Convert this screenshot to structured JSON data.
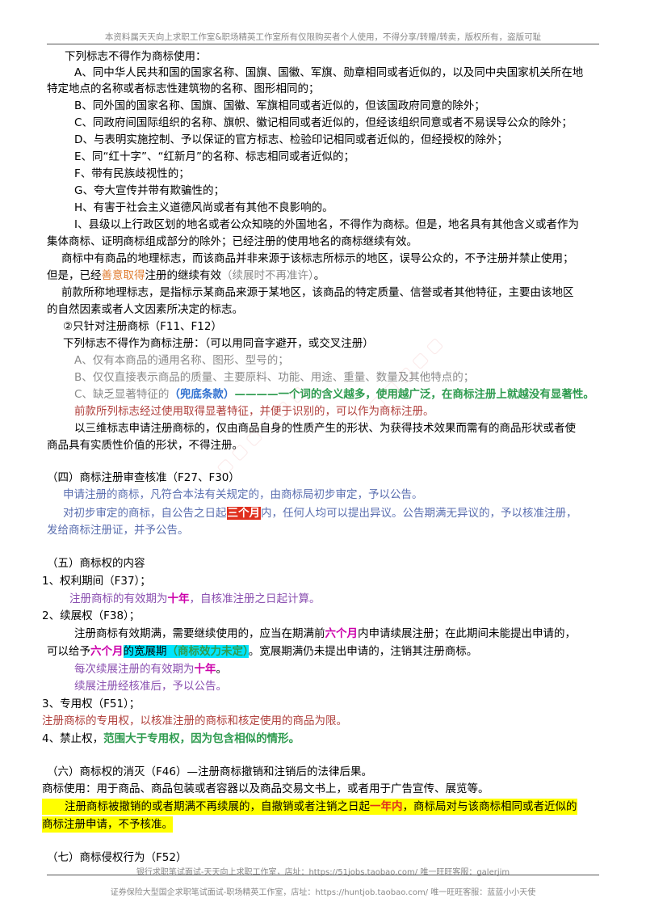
{
  "header": "本资料属天天向上求职工作室&职场精英工作室所有仅限购买者个人使用，不得分享/转赠/转卖，版权所有，盗版可耻",
  "sec_prohibit": {
    "intro": "下列标志不得作为商标使用：",
    "a1": "A、同中华人民共和国的国家名称、国旗、国徽、军旗、勋章相同或者近似的，以及同中央国家机关所在地",
    "a2": "特定地点的名称或者标志性建筑物的名称、图形相同的；",
    "b": "B、同外国的国家名称、国旗、国徽、军旗相同或者近似的，但该国政府同意的除外；",
    "c": "C、同政府间国际组织的名称、旗帜、徽记相同或者近似的，但经该组织同意或者不易误导公众的除外；",
    "d": "D、与表明实施控制、予以保证的官方标志、检验印记相同或者近似的，但经授权的除外；",
    "e": "E、同“红十字”、“红新月”的名称、标志相同或者近似的；",
    "f": "F、带有民族歧视性的；",
    "g": "G、夸大宣传并带有欺骗性的；",
    "h": "H、有害于社会主义道德风尚或者有其他不良影响的。",
    "i1": "I、县级以上行政区划的地名或者公众知晓的外国地名，不得作为商标。但是，地名具有其他含义或者作为",
    "i2": "集体商标、证明商标组成部分的除外；已经注册的使用地名的商标继续有效。",
    "geo1": "商标中有商品的地理标志，而该商品并非来源于该标志所标示的地区，误导公众的，不予注册并禁止使用；",
    "geo2a": "但是，已经",
    "geo2b": "善意取得",
    "geo2c": "注册的继续有效",
    "geo2d": "（续展时不再准许）",
    "geo2e": "。",
    "geodef1": "前款所称地理标志，是指标示某商品来源于某地区，该商品的特定质量、信誉或者其他特征，主要由该地区",
    "geodef2": "的自然因素或者人文因素所决定的标志。"
  },
  "sec_register": {
    "title": "②只针对注册商标（F11、F12）",
    "intro_a": "下列标志不得作为商标注册：",
    "intro_b": "（可以用同音字避开，或交叉注册）",
    "a": "A、仅有本商品的通用名称、图形、型号的；",
    "b": "B、仅仅直接表示商品的质量、主要原料、功能、用途、重量、数量及其他特点的；",
    "c_a": "C、缺乏显著特征的",
    "c_b": "（兜底条款）",
    "c_c": "————一个词的含义越多，使用越广泛，在商标注册上就越没有显著性。",
    "c2": "前款所列标志经过使用取得显著特征，并便于识别的，可以作为商标注册。",
    "shape1": "以三维标志申请注册商标的，仅由商品自身的性质产生的形状、为获得技术效果而需有的商品形状或者使",
    "shape2": "商品具有实质性价值的形状，不得注册。"
  },
  "sec4": {
    "title": "（四）商标注册审查核准（F27、F30）",
    "p1": "申请注册的商标，凡符合本法有关规定的，由商标局初步审定，予以公告。",
    "p2a": "对初步审定的商标，自公告之日起",
    "p2b": "三个月",
    "p2c": "内，任何人均可以提出异议。公告期满无异议的，予以核准注册，",
    "p3": "发给商标注册证，并予公告。"
  },
  "sec5": {
    "title": "（五）商标权的内容",
    "t1": "1、权利期间（F37）；",
    "t1a": "注册商标的有效期为",
    "t1b": "十年",
    "t1c": "，自核准注册之日起计算。",
    "t2": "2、续展权（F38）；",
    "t2a": "注册商标有效期满，需要继续使用的，应当在期满前",
    "t2b": "六个月",
    "t2c": "内申请续展注册；在此期间未能提出申请的，",
    "t2d": "可以给予",
    "t2e": "六个月",
    "t2f": "的宽展期",
    "t2g": "（商标效力未定）",
    "t2h": "。宽展期满仍未提出申请的，注销其注册商标。",
    "t2i": "每次续展注册的有效期为",
    "t2j": "十年",
    "t2k": "。",
    "t2l": "续展注册经核准后，予以公告。",
    "t3": "3、专用权（F51）；",
    "t3a": "注册商标的专用权，以核准注册的商标和核定使用的商品为限。",
    "t4a": "4、禁止权，",
    "t4b": "范围大于专用权，因为包含相似的情形。"
  },
  "sec6": {
    "title": "（六）商标权的消灭（F46）—注册商标撤销和注销后的法律后果。",
    "use": "商标使用：用于商品、商品包装或者容器以及商品交易文书上，或者用于广告宣传、展览等。",
    "p1a": "注册商标被撤销的或者期满不再续展的，自撤销或者注销之日起",
    "p1b": "一年内",
    "p1c": "，商标局对与该商标相同或者近似的",
    "p2": "商标注册申请，不予核准。"
  },
  "sec7": {
    "title": "（七）商标侵权行为（F52）"
  },
  "footer1": "银行求职笔试面试-天天向上求职工作室，店址：https://51jobs.taobao.com/ 唯一旺旺客服：galerjim",
  "footer2": "证券保险大型国企求职笔试面试-职场精英工作室，店址：https://huntjob.taobao.com/ 唯一旺旺客服：蓝蓝小小天使",
  "colors": {
    "highlight_yellow": "#ffff00",
    "highlight_cyan": "#00e5ff",
    "magenta": "#cc00aa",
    "green": "#2e9b4f"
  }
}
